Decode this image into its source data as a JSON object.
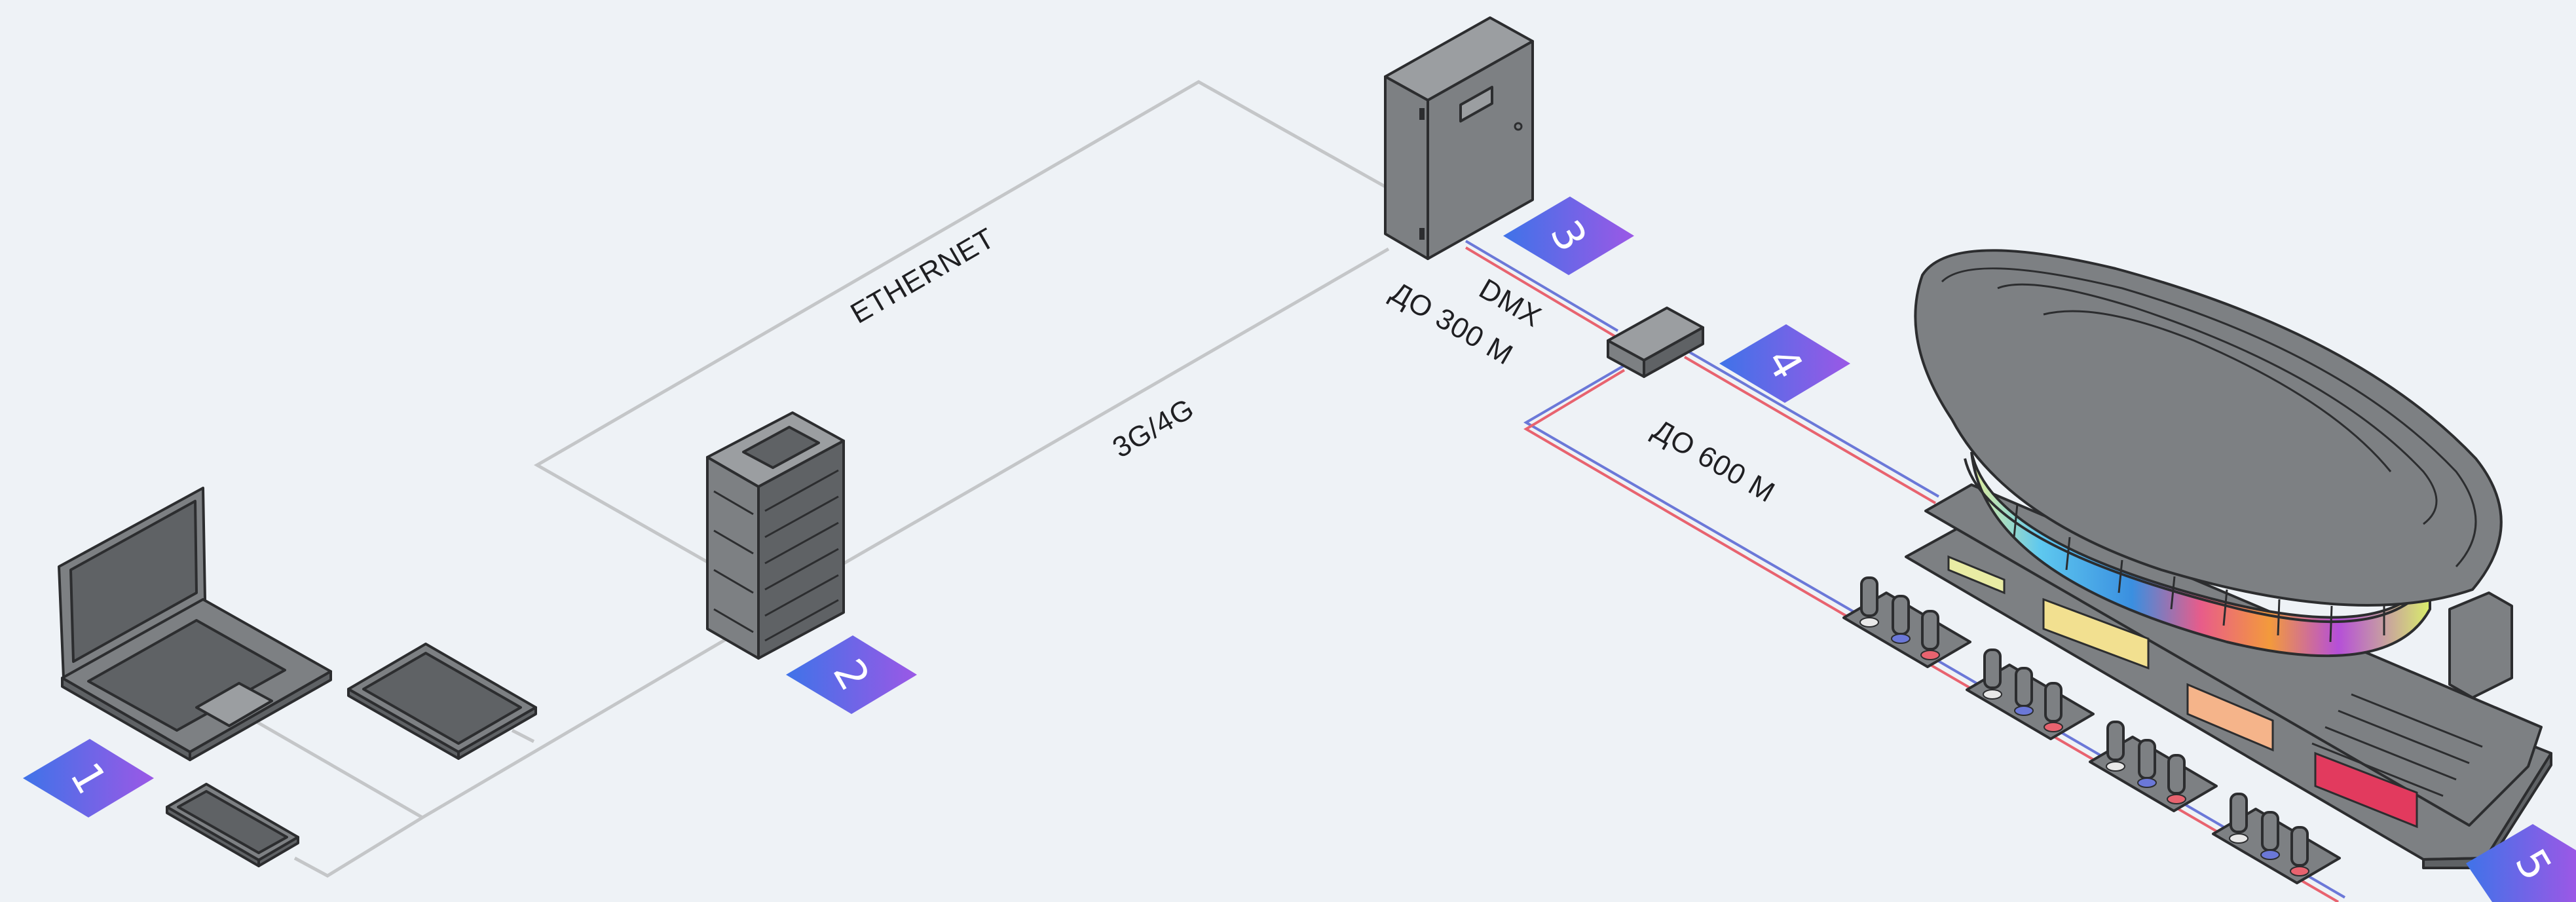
{
  "labels": {
    "ethernet": "ETHERNET",
    "mobile": "3G/4G",
    "dmx": "DMX",
    "range1": "ДО 300 М",
    "range2": "ДО 600 М"
  },
  "badges": [
    "1",
    "2",
    "3",
    "4",
    "5"
  ],
  "colors": {
    "badge_start": "#3f73e8",
    "badge_end": "#9b58e6",
    "device": "#7d8083",
    "wire": "#c4c6c8",
    "cable_red": "#e8636f",
    "cable_blue": "#6b78d8"
  },
  "icons": [
    "laptop-icon",
    "tablet-icon",
    "phone-icon",
    "server-rack-icon",
    "control-cabinet-icon",
    "dmx-splitter-icon",
    "building-icon",
    "floodlight-icon"
  ]
}
